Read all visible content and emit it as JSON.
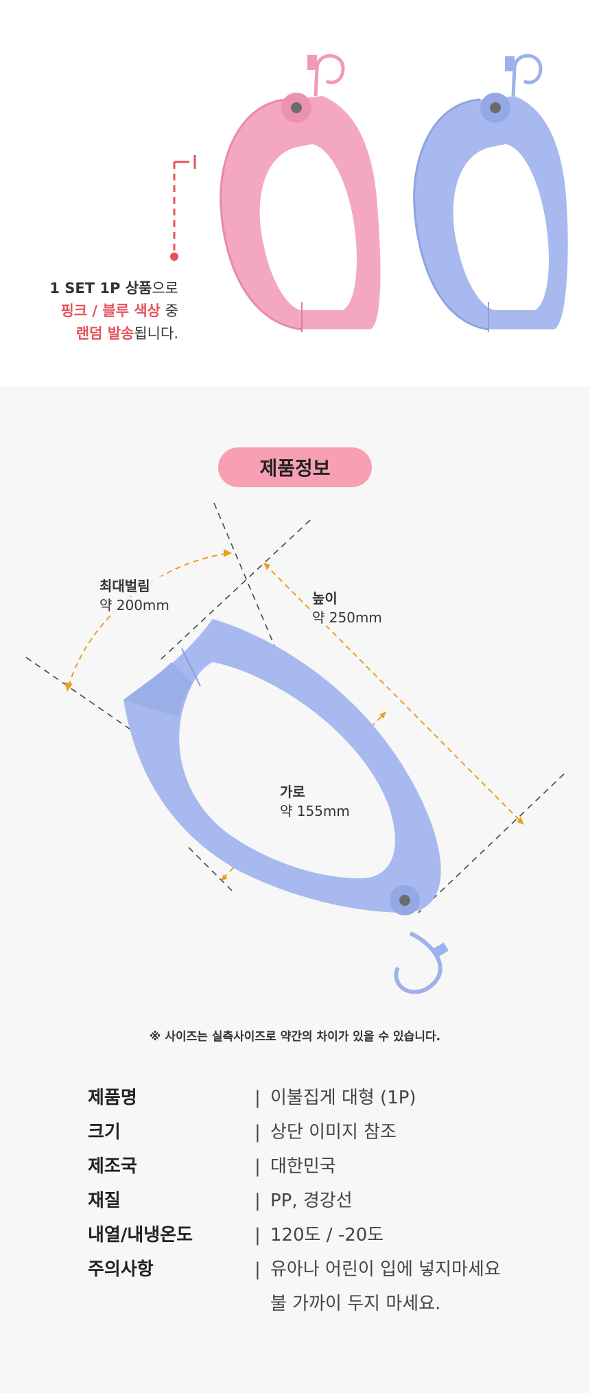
{
  "top_note": {
    "line1_bold": "1 SET 1P 상품",
    "line1_rest": "으로",
    "line2_pink": "핑크 / 블루 색상",
    "line2_rest": " 중",
    "line3_pink": "랜덤 발송",
    "line3_rest": "됩니다."
  },
  "section_title": "제품정보",
  "dimensions": {
    "opening": {
      "title": "최대벌림",
      "value": "약 200mm"
    },
    "height": {
      "title": "높이",
      "value": "약 250mm"
    },
    "width": {
      "title": "가로",
      "value": "약 155mm"
    }
  },
  "disclaimer": "※ 사이즈는 실측사이즈로 약간의 차이가 있을 수 있습니다.",
  "specs": [
    {
      "key": "제품명",
      "value": "이불집게 대형 (1P)"
    },
    {
      "key": "크기",
      "value": "상단 이미지 참조"
    },
    {
      "key": "제조국",
      "value": "대한민국"
    },
    {
      "key": "재질",
      "value": "PP, 경강선"
    },
    {
      "key": "내열/내냉온도",
      "value": "120도 / -20도"
    },
    {
      "key": "주의사항",
      "value": "유아나 어린이 입에 넣지마세요",
      "value2": "불 가까이 두지 마세요."
    }
  ],
  "separator": "|",
  "colors": {
    "pink_product": "#f4a7c0",
    "blue_product": "#a7b9ee",
    "accent_red": "#e8505b",
    "pill_bg": "#f7a0b4",
    "dim_orange": "#e8a020"
  }
}
